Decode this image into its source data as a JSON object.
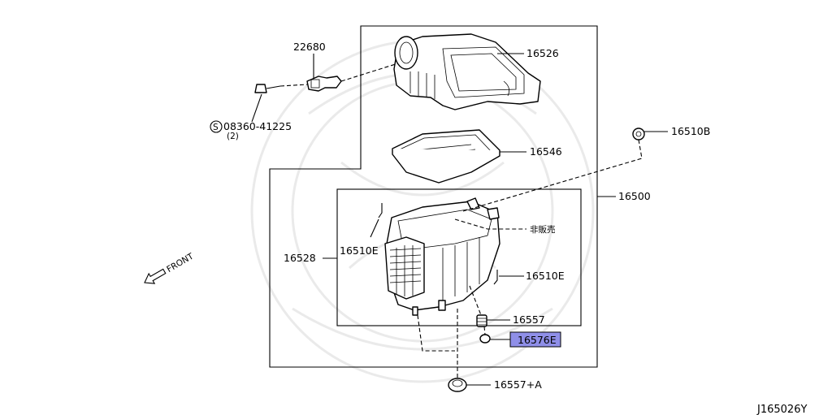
{
  "diagram_code": "J165026Y",
  "front_label": "FRONT",
  "highlight_color": "#8f8fe8",
  "labels": {
    "p22680": "22680",
    "p08360": "08360-41225",
    "p08360_qty": "(2)",
    "p16526": "16526",
    "p16546": "16546",
    "p16510B": "16510B",
    "p16500": "16500",
    "not_for_sale": "非販売",
    "p16510E_left": "16510E",
    "p16528": "16528",
    "p16510E_right": "16510E",
    "p16557": "16557",
    "p16576E": "16576E",
    "p16557A": "16557+A"
  },
  "icons": {
    "screw_symbol": "S-circle-icon",
    "front_arrow": "arrow-front-icon"
  }
}
